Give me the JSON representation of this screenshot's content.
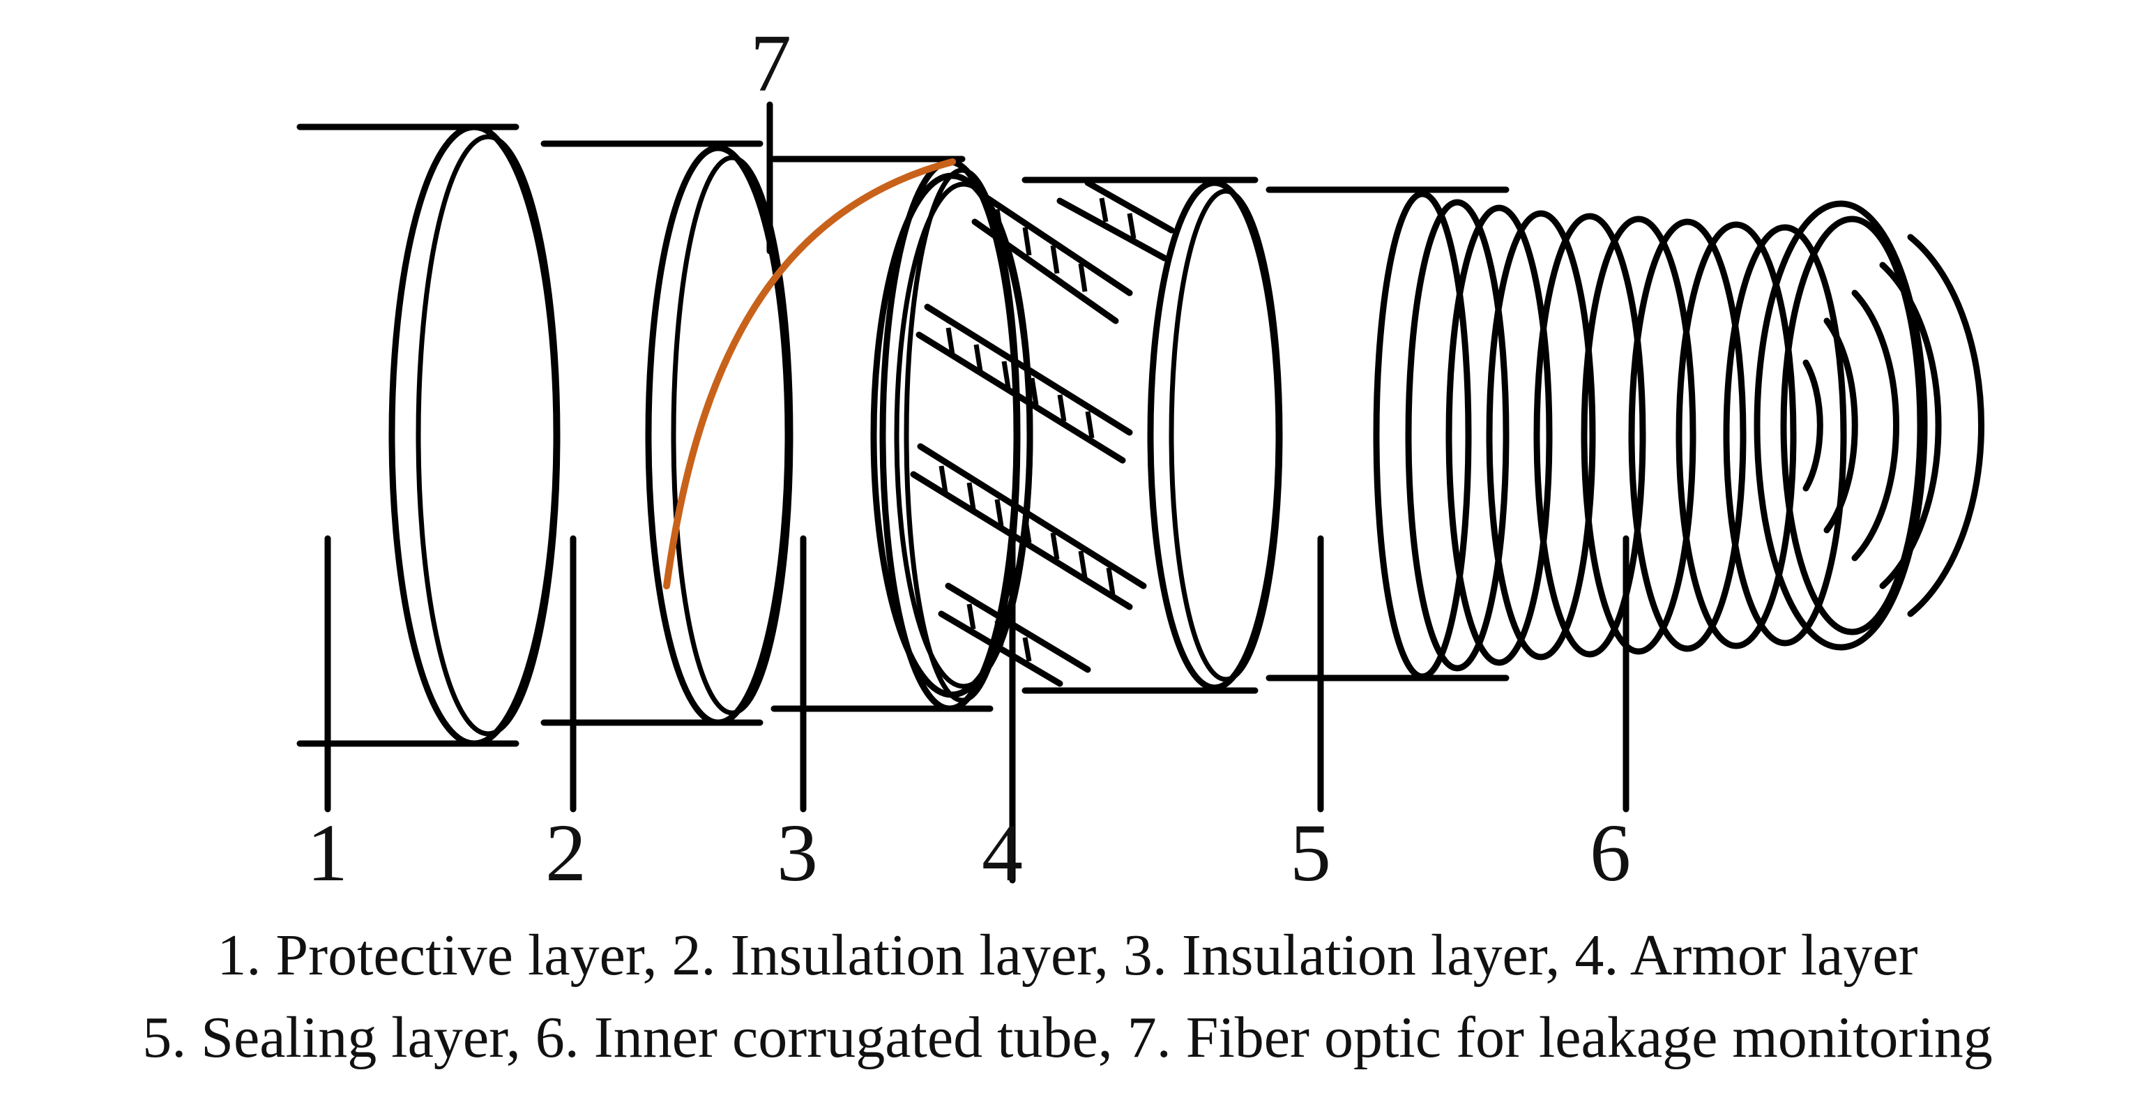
{
  "labels": {
    "l1": "1",
    "l2": "2",
    "l3": "3",
    "l4": "4",
    "l5": "5",
    "l6": "6",
    "l7": "7"
  },
  "caption": {
    "line1": "1. Protective layer, 2. Insulation layer, 3. Insulation layer, 4. Armor layer",
    "line2": "5. Sealing layer, 6. Inner corrugated tube, 7. Fiber optic for leakage monitoring"
  },
  "colors": {
    "stroke": "#000000",
    "fiber": "#c8621b",
    "background": "#ffffff"
  }
}
